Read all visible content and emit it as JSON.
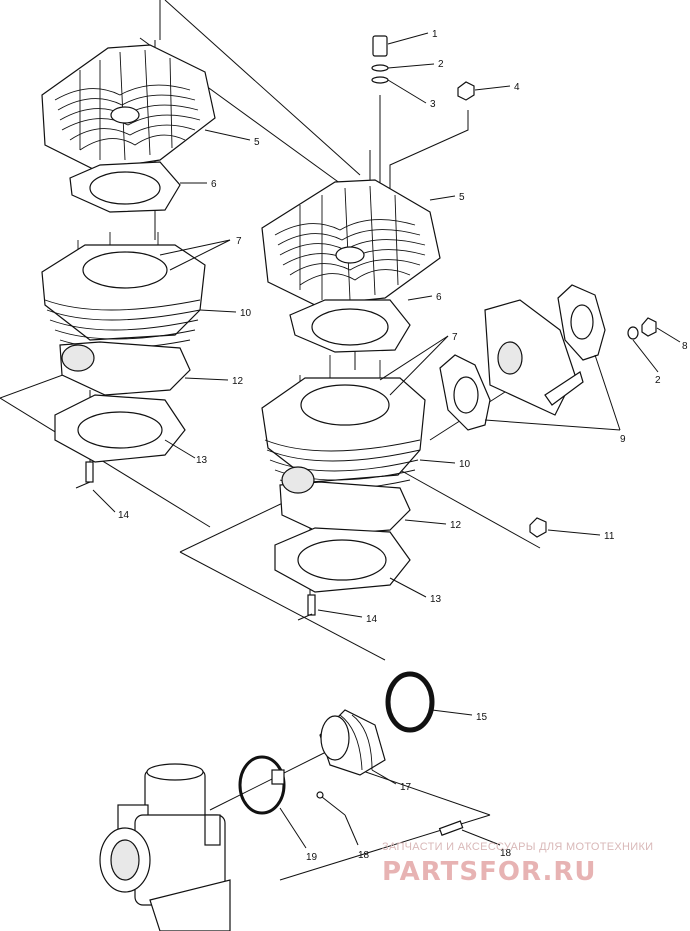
{
  "callouts": [
    {
      "id": "c1",
      "text": "1"
    },
    {
      "id": "c2a",
      "text": "2"
    },
    {
      "id": "c3",
      "text": "3"
    },
    {
      "id": "c4",
      "text": "4"
    },
    {
      "id": "c5a",
      "text": "5"
    },
    {
      "id": "c5b",
      "text": "5"
    },
    {
      "id": "c6a",
      "text": "6"
    },
    {
      "id": "c6b",
      "text": "6"
    },
    {
      "id": "c7a",
      "text": "7"
    },
    {
      "id": "c7b",
      "text": "7"
    },
    {
      "id": "c8",
      "text": "8"
    },
    {
      "id": "c2b",
      "text": "2"
    },
    {
      "id": "c9",
      "text": "9"
    },
    {
      "id": "c10a",
      "text": "10"
    },
    {
      "id": "c10b",
      "text": "10"
    },
    {
      "id": "c11",
      "text": "11"
    },
    {
      "id": "c12a",
      "text": "12"
    },
    {
      "id": "c12b",
      "text": "12"
    },
    {
      "id": "c13a",
      "text": "13"
    },
    {
      "id": "c13b",
      "text": "13"
    },
    {
      "id": "c14a",
      "text": "14"
    },
    {
      "id": "c14b",
      "text": "14"
    },
    {
      "id": "c15",
      "text": "15"
    },
    {
      "id": "c17",
      "text": "17"
    },
    {
      "id": "c18a",
      "text": "18"
    },
    {
      "id": "c18b",
      "text": "18"
    },
    {
      "id": "c19",
      "text": "19"
    }
  ],
  "watermark": {
    "tagline": "ЗАПЧАСТИ И АКСЕССУАРЫ ДЛЯ МОТОТЕХНИКИ",
    "brand": "PARTSFOR.RU"
  }
}
